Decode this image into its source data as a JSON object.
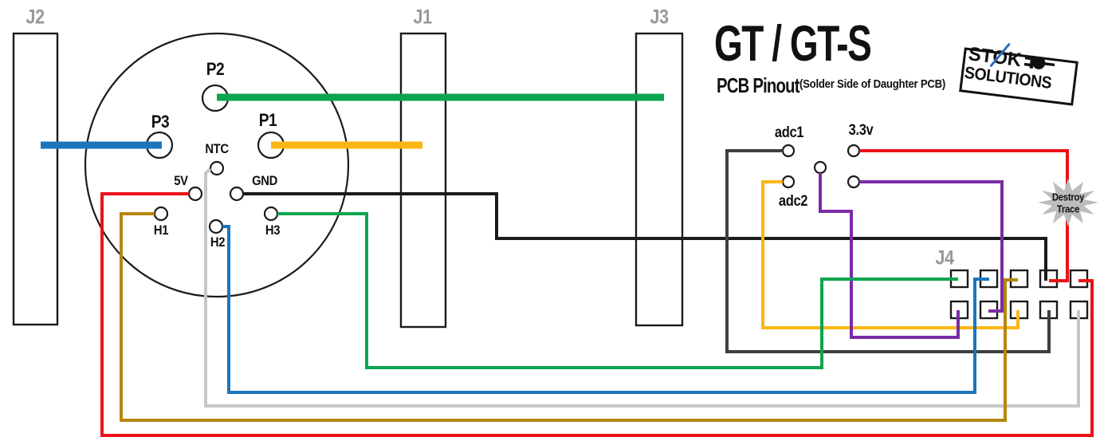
{
  "title": {
    "main": "GT / GT-S",
    "subtitle": "PCB Pinout",
    "subtitle_note": "(Solder Side of Daughter PCB)"
  },
  "logo": {
    "word1_st": "ST",
    "word1_o": "O",
    "word1_k": "K",
    "word2": "SOLUTIONS"
  },
  "labels": {
    "j1": "J1",
    "j2": "J2",
    "j3": "J3",
    "j4": "J4",
    "p1": "P1",
    "p2": "P2",
    "p3": "P3",
    "ntc": "NTC",
    "v5": "5V",
    "gnd": "GND",
    "h1": "H1",
    "h2": "H2",
    "h3": "H3",
    "adc1": "adc1",
    "adc2": "adc2",
    "v33": "3.3v"
  },
  "annotations": {
    "destroy_line1": "Destroy",
    "destroy_line2": "Trace"
  },
  "colors": {
    "p2_wire_green": "#0aa64f",
    "p3_wire_blue": "#1b75bc",
    "p1_wire_yellow": "#fcb614",
    "gnd_wire_black": "#1b1b1b",
    "v5_wire_red": "#e91219",
    "h1_wire_gold": "#b6860e",
    "h2_wire_blue": "#1b75bc",
    "h3_wire_green": "#0aa64f",
    "ntc_wire_lightgray": "#c6c6c6",
    "adc1_wire_darkgray": "#3f3f3f",
    "adc2_wire_yellow": "#fcb614",
    "purple_wire_a": "#7a2ba6",
    "purple_wire_b": "#7a2ba6",
    "v33_wire_red": "#e91219",
    "label_gray": "#999999",
    "starburst_gray": "#bcbcbc",
    "logo_slash_blue": "#2f6bbf",
    "outline_black": "#1b1b1b"
  }
}
